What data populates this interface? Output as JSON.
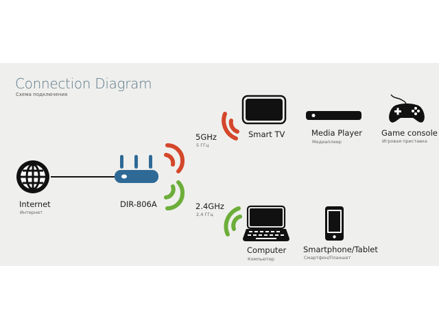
{
  "title": "Connection Diagram",
  "subtitle": "Схема подключения",
  "colors": {
    "router": "#2f6a96",
    "band_5ghz": "#d4472b",
    "band_24ghz": "#6cae3a",
    "title": "#5c7a88"
  },
  "internet": {
    "label": "Internet",
    "sublabel": "Интернет",
    "icon": "globe-icon"
  },
  "router": {
    "label": "DIR-806A",
    "icon": "router-icon"
  },
  "bands": [
    {
      "label": "5GHz",
      "sublabel": "5 ГГц"
    },
    {
      "label": "2.4GHz",
      "sublabel": "2,4 ГГц"
    }
  ],
  "devices": [
    {
      "label": "Smart TV",
      "icon": "tv-icon"
    },
    {
      "label": "Media Player",
      "sublabel": "Медиаплеер",
      "icon": "media-player-icon"
    },
    {
      "label": "Game console",
      "sublabel": "Игровая приставка",
      "icon": "gamepad-icon"
    },
    {
      "label": "Computer",
      "sublabel": "Компьютер",
      "icon": "laptop-icon"
    },
    {
      "label": "Smartphone/Tablet",
      "sublabel": "Смартфон/Планшет",
      "icon": "smartphone-icon"
    }
  ]
}
